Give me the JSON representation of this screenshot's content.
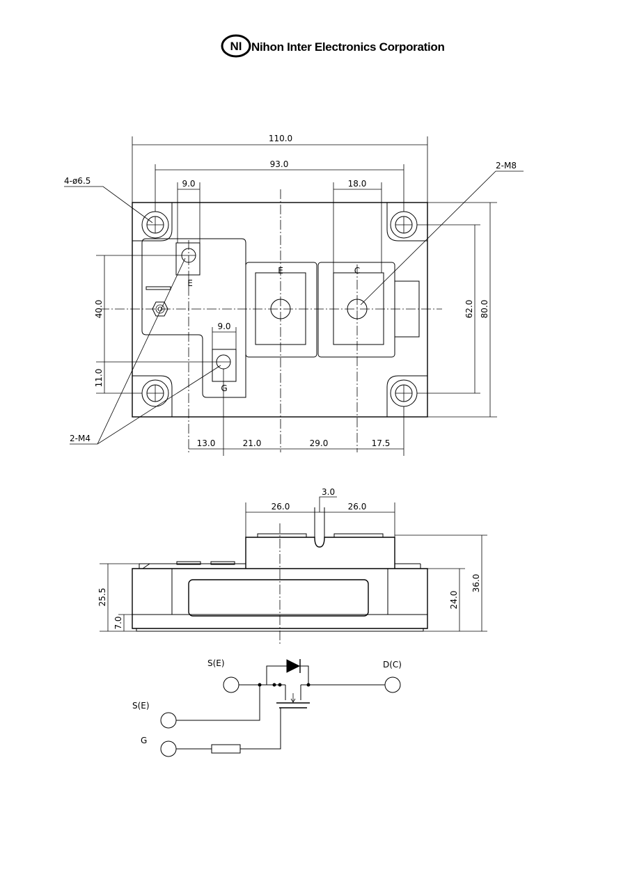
{
  "header": {
    "logo_mark": "NI",
    "company": "Nihon Inter Electronics Corporation"
  },
  "top_view": {
    "dims": {
      "overall_width": "110.0",
      "mount_pitch": "93.0",
      "gate_tab_width": "9.0",
      "main_term_width": "18.0",
      "sense_tab_width": "9.0",
      "height_40": "40.0",
      "height_11": "11.0",
      "mount_vertical": "62.0",
      "overall_height": "80.0",
      "pitch_13": "13.0",
      "pitch_21": "21.0",
      "pitch_29": "29.0",
      "pitch_17_5": "17.5"
    },
    "callouts": {
      "mount_holes": "4-ø6.5",
      "main_screws": "2-M8",
      "aux_screws": "2-M4"
    },
    "terminals": {
      "emitter_main": "E",
      "collector_main": "C",
      "emitter_aux": "E",
      "gate_aux": "G"
    }
  },
  "side_view": {
    "dims": {
      "gap": "3.0",
      "left_26": "26.0",
      "right_26": "26.0",
      "h_25_5": "25.5",
      "h_7": "7.0",
      "h_24": "24.0",
      "h_36": "36.0"
    }
  },
  "schematic": {
    "source_top": "S(E)",
    "drain": "D(C)",
    "source_aux": "S(E)",
    "gate": "G"
  }
}
